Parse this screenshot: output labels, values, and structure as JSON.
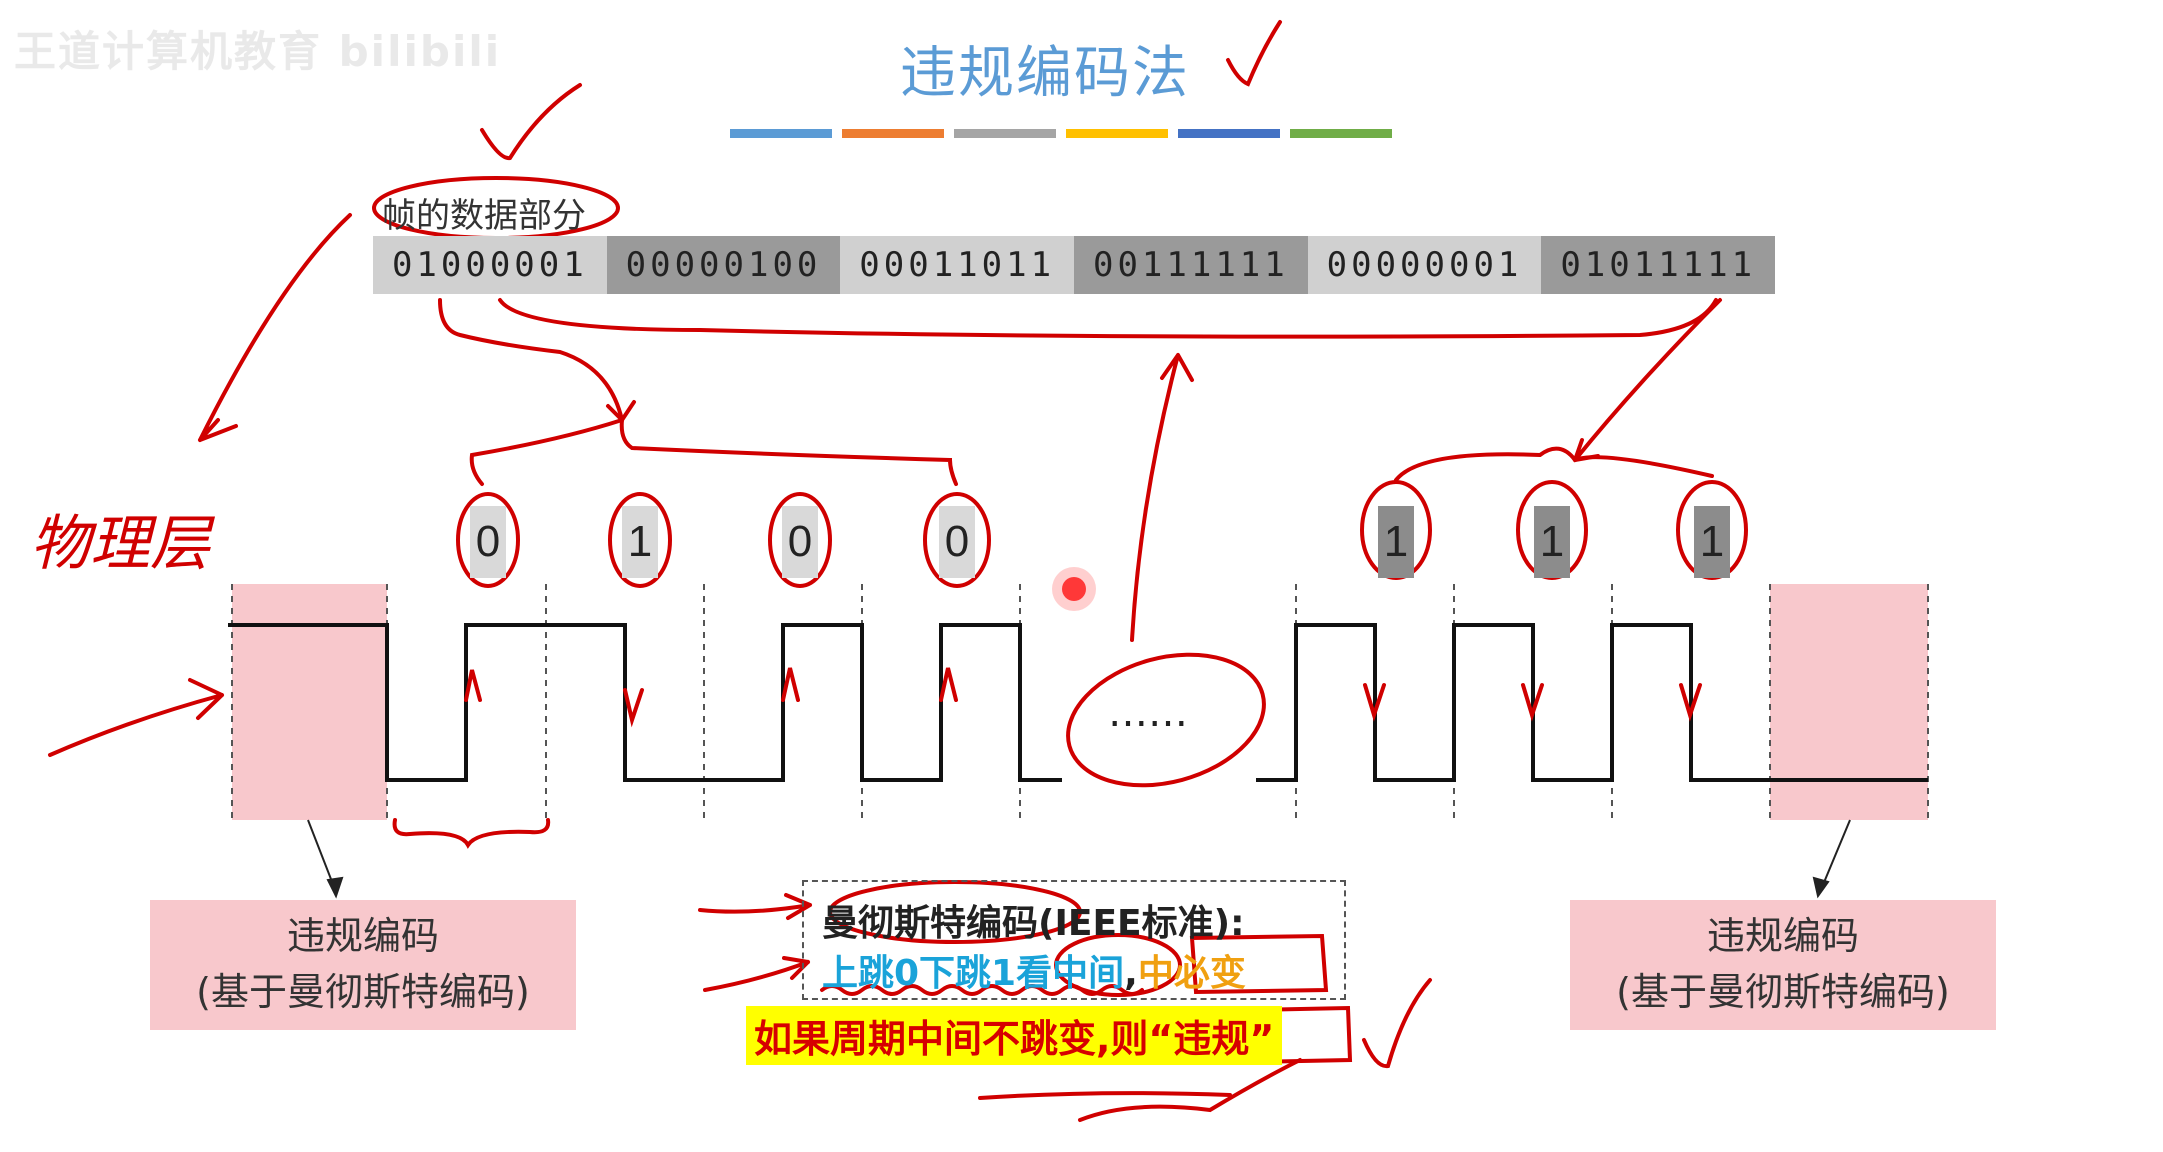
{
  "watermark": "王道计算机教育 bilibili",
  "title": "违规编码法",
  "color_bar": [
    "#5b9bd5",
    "#ed7d31",
    "#a5a5a5",
    "#ffc000",
    "#4472c4",
    "#70ad47"
  ],
  "frame_label": "帧的数据部分",
  "frame_bits": [
    {
      "bits": "01000001",
      "shade": "#d0d0d0"
    },
    {
      "bits": "00000100",
      "shade": "#9a9a9a"
    },
    {
      "bits": "00011011",
      "shade": "#d0d0d0"
    },
    {
      "bits": "00111111",
      "shade": "#9a9a9a"
    },
    {
      "bits": "00000001",
      "shade": "#d0d0d0"
    },
    {
      "bits": "01011111",
      "shade": "#9a9a9a"
    }
  ],
  "left_bits": [
    "0",
    "1",
    "0",
    "0"
  ],
  "right_bits": [
    "1",
    "1",
    "1"
  ],
  "ellipsis": "……",
  "physical_layer": "物理层",
  "violation_left": {
    "line1": "违规编码",
    "line2": "(基于曼彻斯特编码)"
  },
  "violation_right": {
    "line1": "违规编码",
    "line2": "(基于曼彻斯特编码)"
  },
  "manchester": {
    "title": "曼彻斯特编码(IEEE标准):",
    "rule_a": "上跳0下跳1看",
    "rule_b": "中间",
    "rule_sep": ",",
    "rule_c": "中必变"
  },
  "warning": "如果周期中间不跳变,则“违规”"
}
